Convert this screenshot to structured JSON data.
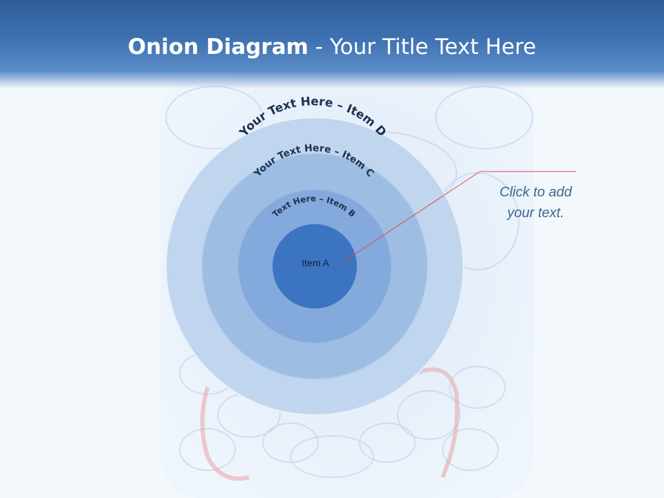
{
  "slide": {
    "title_bold": "Onion Diagram",
    "title_rest": " - Your Title Text Here"
  },
  "diagram": {
    "rings": [
      {
        "id": "D",
        "label": "Your Text Here – Item D",
        "color": "#c0d6ee"
      },
      {
        "id": "C",
        "label": "Your Text Here – Item C",
        "color": "#9dbde3"
      },
      {
        "id": "B",
        "label": "Text Here – Item B",
        "color": "#84a9dc"
      },
      {
        "id": "A",
        "label": "Item A",
        "color": "#3b74c1"
      }
    ]
  },
  "callout": {
    "line1": "Click  to add",
    "line2": "your text.",
    "line_color": "#e04a4a"
  },
  "colors": {
    "header": "#3f72b2",
    "ring_outline": "#e8f0f9",
    "callout_text": "#3f6590"
  }
}
